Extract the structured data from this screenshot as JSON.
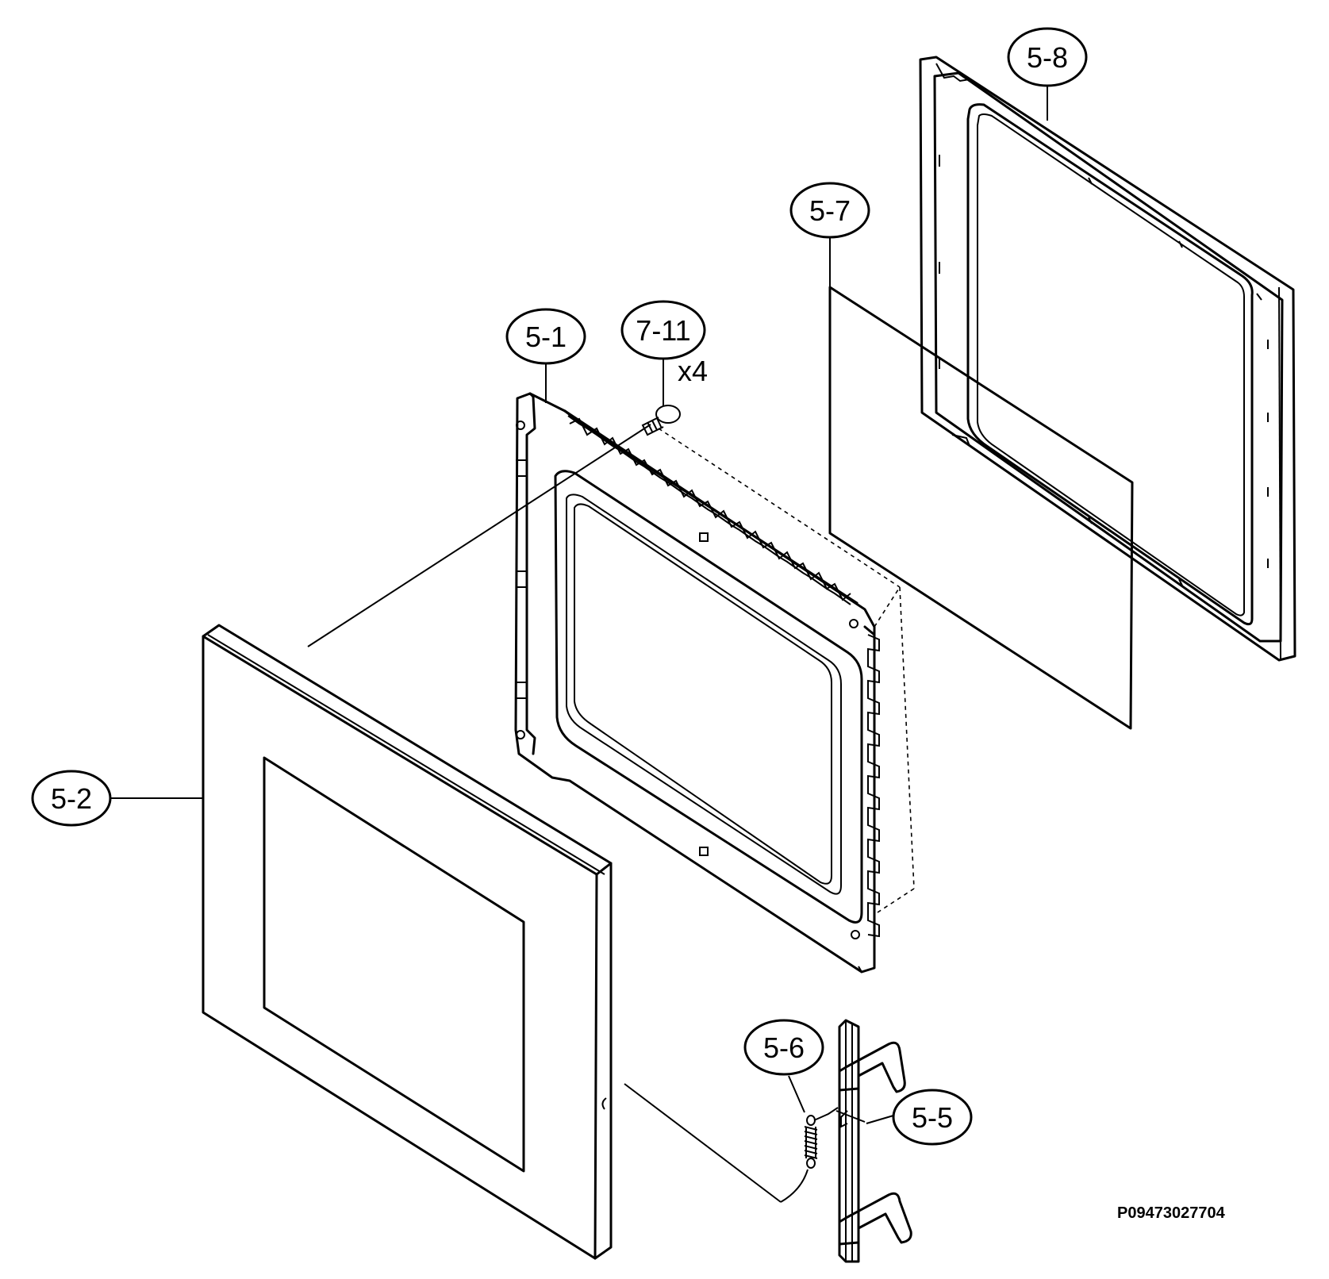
{
  "callouts": {
    "p5_8": "5-8",
    "p5_7": "5-7",
    "p5_1": "5-1",
    "p7_11": "7-11",
    "p5_2": "5-2",
    "p5_6": "5-6",
    "p5_5": "5-5"
  },
  "quantity_7_11": "x4",
  "drawing_code": "P09473027704",
  "colors": {
    "line": "#000000",
    "background": "#ffffff"
  }
}
